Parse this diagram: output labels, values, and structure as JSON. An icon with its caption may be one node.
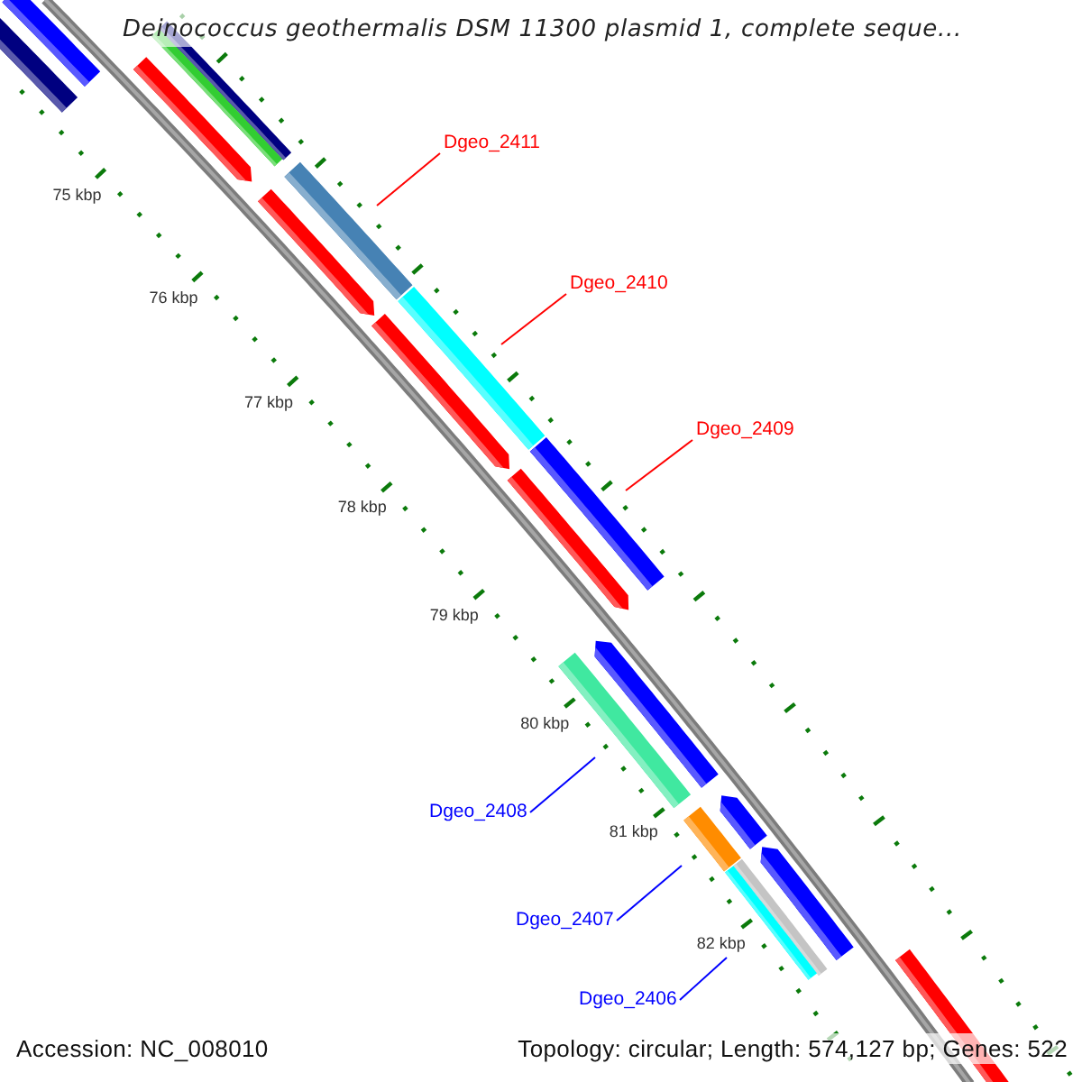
{
  "diagram": {
    "title": "Deinococcus geothermalis DSM 11300 plasmid 1, complete seque...",
    "nodes": [
      {
        "text": [
          "Dgeo_2411"
        ]
      },
      {
        "text": [
          "Dgeo_2410"
        ]
      },
      {
        "text": [
          "Dgeo_2409"
        ]
      },
      {
        "text": [
          "Dgeo_2408"
        ]
      },
      {
        "text": [
          "Dgeo_2407"
        ]
      },
      {
        "text": [
          "Dgeo_2406"
        ]
      },
      {
        "text": [],
        "shape": "bar"
      },
      {
        "text": [],
        "shape": "bar"
      },
      {
        "text": [],
        "shape": "bar"
      },
      {
        "text": [],
        "shape": "bar"
      },
      {
        "text": [],
        "shape": "bar"
      },
      {
        "text": [],
        "shape": "bar"
      }
    ],
    "edges": [
      {
        "from": 0,
        "to": 6,
        "arrow": "none",
        "color": "#ff0000"
      },
      {
        "from": 1,
        "to": 7,
        "arrow": "none",
        "color": "#ff0000"
      },
      {
        "from": 2,
        "to": 8,
        "arrow": "none",
        "color": "#ff0000"
      },
      {
        "from": 3,
        "to": 9,
        "arrow": "none",
        "color": "#0000ff"
      },
      {
        "from": 4,
        "to": 10,
        "arrow": "none",
        "color": "#0000ff"
      },
      {
        "from": 5,
        "to": 11,
        "arrow": "none",
        "color": "#0000ff"
      }
    ],
    "labels": [
      "75 kbp",
      "76 kbp",
      "77 kbp",
      "78 kbp",
      "79 kbp",
      "80 kbp",
      "81 kbp",
      "82 kbp",
      "Accession: NC_008010",
      "Topology: circular; Length: 574,127 bp; Genes: 522"
    ]
  }
}
